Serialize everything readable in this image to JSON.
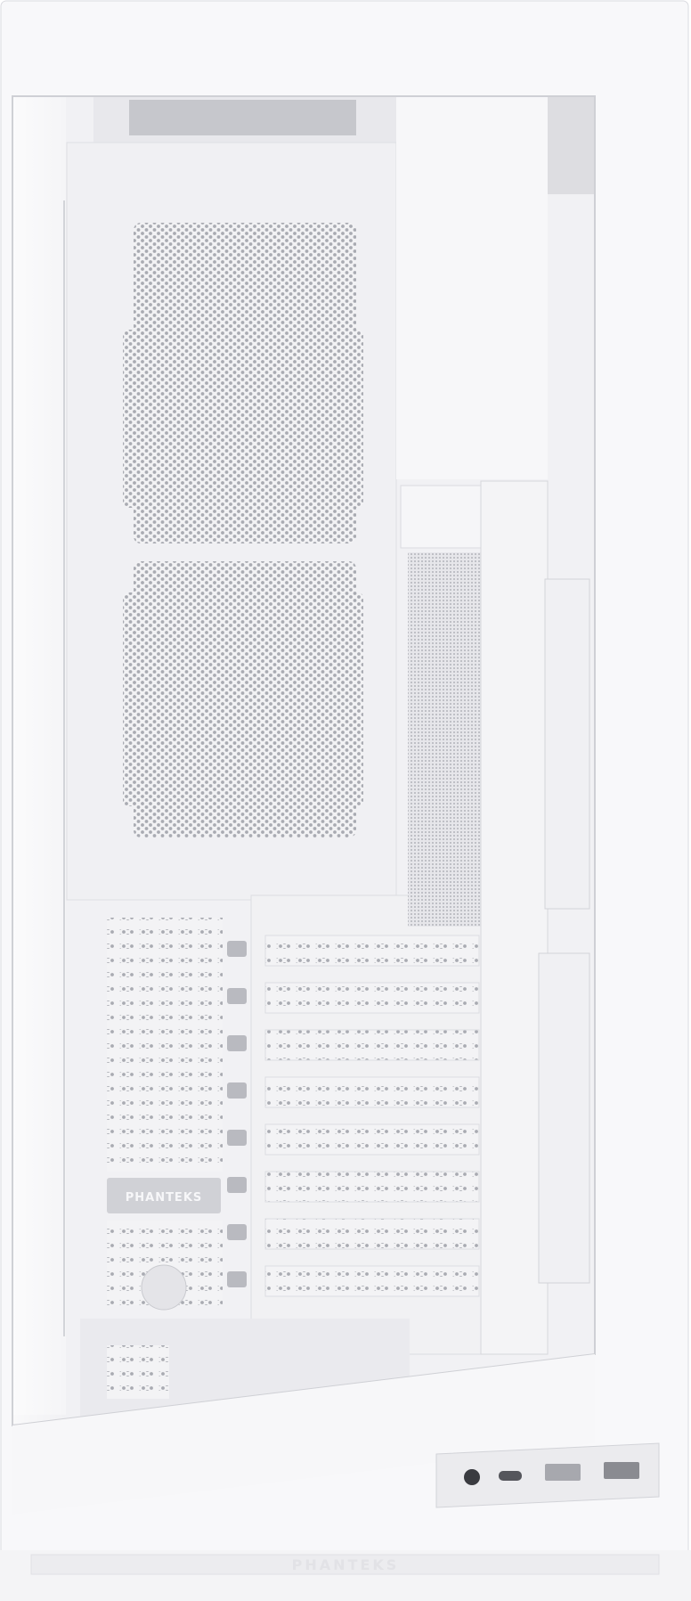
{
  "product": {
    "brand_logo_text": "PHANTEKS",
    "bottom_logo_text": "PHANTEKS"
  },
  "front_io": {
    "ports": [
      {
        "icon": "audio-jack-icon"
      },
      {
        "icon": "usb-c-port-icon"
      },
      {
        "icon": "usb-a-port-icon"
      },
      {
        "icon": "usb-a-port-icon"
      }
    ]
  },
  "colors": {
    "case_body": "#f7f7f9",
    "interior": "#eeeef1",
    "shadow": "#c9cacf",
    "perforation": "#a9abb2"
  },
  "pcie_slot_count": 8
}
